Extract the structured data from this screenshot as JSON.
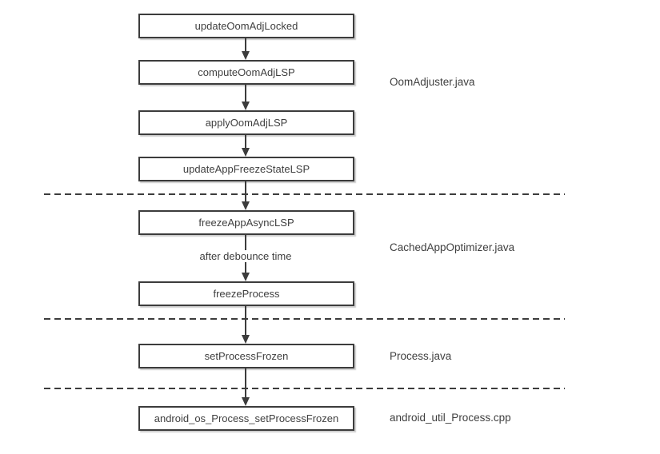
{
  "diagram": {
    "nodes": [
      {
        "label": "updateOomAdjLocked"
      },
      {
        "label": "computeOomAdjLSP"
      },
      {
        "label": "applyOomAdjLSP"
      },
      {
        "label": "updateAppFreezeStateLSP"
      },
      {
        "label": "freezeAppAsyncLSP"
      },
      {
        "label": "freezeProcess"
      },
      {
        "label": "setProcessFrozen"
      },
      {
        "label": "android_os_Process_setProcessFrozen"
      }
    ],
    "edge_label": "after debounce time",
    "file_labels": [
      {
        "label": "OomAdjuster.java"
      },
      {
        "label": "CachedAppOptimizer.java"
      },
      {
        "label": "Process.java"
      },
      {
        "label": "android_util_Process.cpp"
      }
    ],
    "colors": {
      "border": "#3c3c3c",
      "text": "#3f3f3f",
      "background": "#ffffff",
      "shadow": "rgba(0,0,0,0.20)"
    }
  }
}
